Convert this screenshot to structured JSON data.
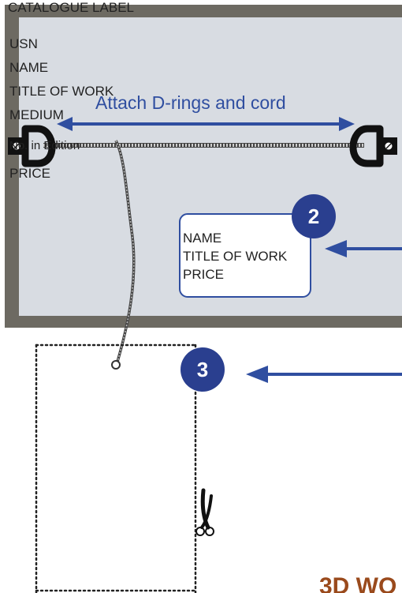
{
  "colors": {
    "frame": "#6d6a62",
    "canvas": "#d8dce2",
    "accent_blue": "#2f4ea0",
    "text": "#222222",
    "heading_brown": "#9a4a1c"
  },
  "diagram": {
    "attach_label": "Attach D-rings and cord",
    "step2": {
      "number": "2",
      "label_lines": [
        "NAME",
        "TITLE OF WORK",
        "PRICE"
      ]
    },
    "step3": {
      "number": "3"
    },
    "catalogue_label": {
      "items": [
        "CATALOGUE LABEL",
        "USN",
        "NAME",
        "TITLE OF WORK",
        "MEDIUM",
        "No. in Edition",
        "PRICE"
      ]
    },
    "scissors_icon": "scissors-icon",
    "partial_heading": "3D WO"
  }
}
